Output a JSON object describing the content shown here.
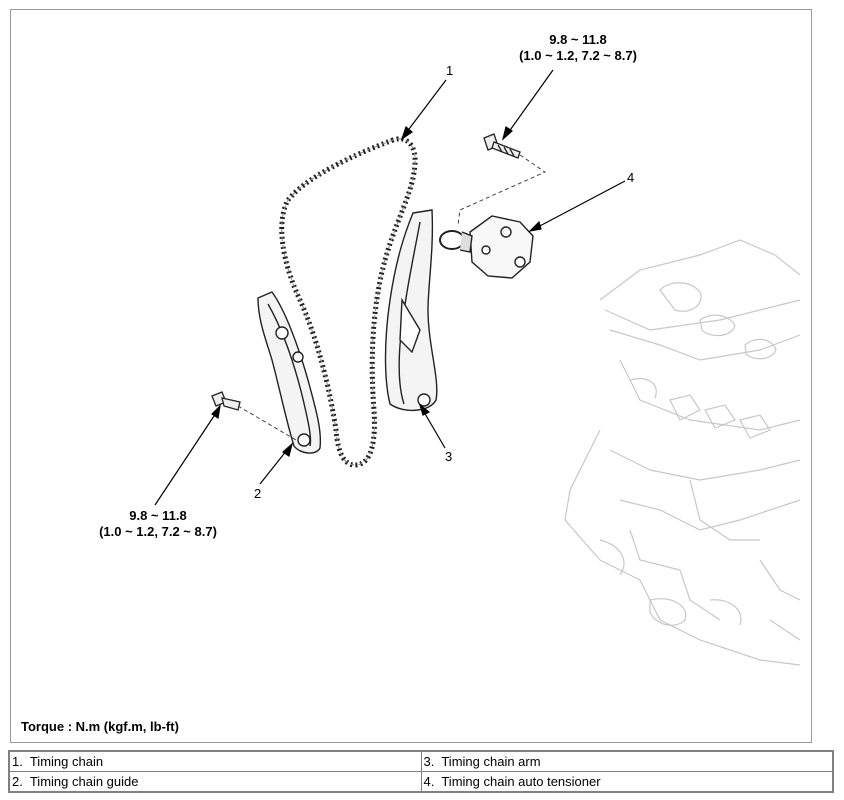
{
  "callouts": [
    "1",
    "2",
    "3",
    "4"
  ],
  "torque_top": {
    "line1": "9.8 ~ 11.8",
    "line2": "(1.0 ~ 1.2, 7.2 ~ 8.7)"
  },
  "torque_left": {
    "line1": "9.8 ~ 11.8",
    "line2": "(1.0 ~ 1.2, 7.2 ~ 8.7)"
  },
  "torque_unit": "Torque : N.m (kgf.m, lb-ft)",
  "legend": [
    {
      "num": "1.",
      "text": "Timing chain"
    },
    {
      "num": "2.",
      "text": "Timing chain guide"
    },
    {
      "num": "3.",
      "text": "Timing chain arm"
    },
    {
      "num": "4.",
      "text": "Timing chain auto tensioner"
    }
  ]
}
